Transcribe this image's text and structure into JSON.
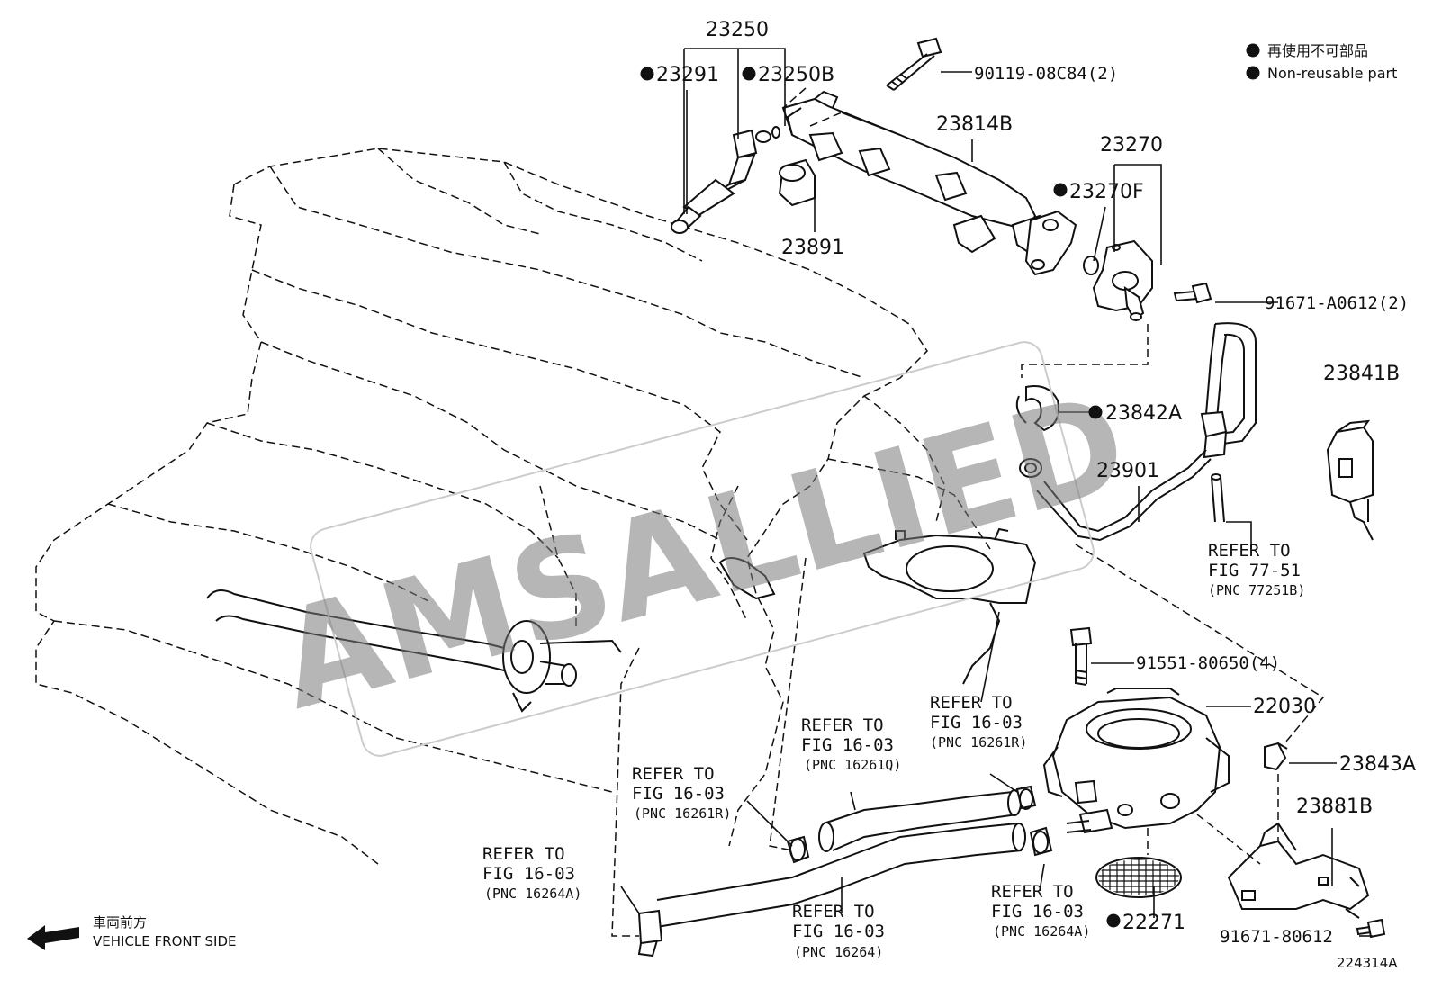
{
  "legend": {
    "jp": "再使用不可部品",
    "en": "Non-reusable part"
  },
  "parts": {
    "p23250": "23250",
    "p23291": "23291",
    "p23250B": "23250B",
    "p90119": "90119-08C84(2)",
    "p23814B": "23814B",
    "p23270": "23270",
    "p23270F": "23270F",
    "p23891": "23891",
    "p91671A": "91671-A0612(2)",
    "p23841B": "23841B",
    "p23842A": "23842A",
    "p23901": "23901",
    "p91551": "91551-80650(4)",
    "p22030": "22030",
    "p23843A": "23843A",
    "p23881B": "23881B",
    "p22271": "22271",
    "p91671B": "91671-80612"
  },
  "refs": {
    "refer_to": "REFER TO",
    "fig7751": "FIG 77-51",
    "pnc77251B": "(PNC 77251B)",
    "fig1603": "FIG 16-03",
    "pnc16261R": "(PNC 16261R)",
    "pnc16261Q": "(PNC 16261Q)",
    "pnc16264A": "(PNC 16264A)",
    "pnc16264": "(PNC 16264)"
  },
  "front": {
    "jp": "車両前方",
    "en": "VEHICLE FRONT SIDE"
  },
  "watermark": "AMSALLIED",
  "diagram_id": "224314A"
}
